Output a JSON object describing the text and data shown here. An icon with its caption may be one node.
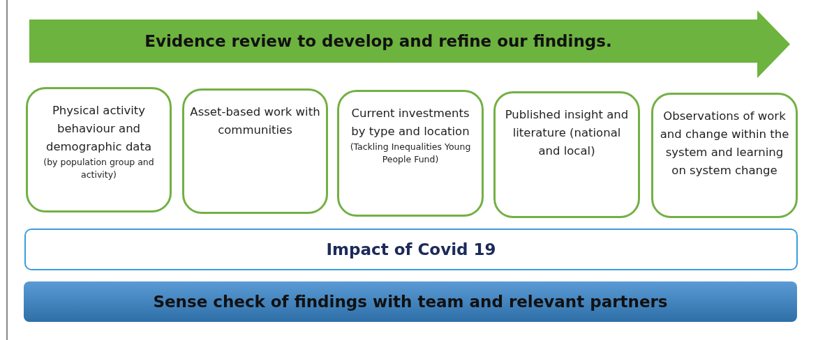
{
  "diagram": {
    "nodes": [
      {
        "text": [
          "Evidence review to develop and refine our findings."
        ]
      },
      {
        "text": [
          "Physical activity behaviour and demographic data",
          "(by population group and activity)"
        ]
      },
      {
        "text": [
          "Asset-based work with communities"
        ]
      },
      {
        "text": [
          "Current investments by type and location",
          "(Tackling Inequalities Young People Fund)"
        ]
      },
      {
        "text": [
          "Published insight and literature (national and local)"
        ]
      },
      {
        "text": [
          "Observations of work and change within the system and learning on system change"
        ]
      },
      {
        "text": [
          "Impact of Covid 19"
        ]
      },
      {
        "text": [
          "Sense check of findings with team and relevant partners"
        ]
      }
    ],
    "edges": []
  }
}
